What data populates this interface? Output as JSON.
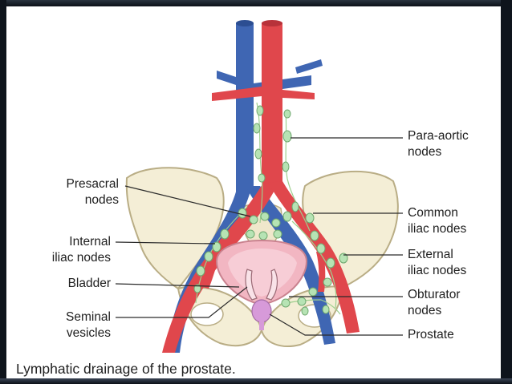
{
  "figure": {
    "caption": "Lymphatic drainage of the prostate.",
    "labels": {
      "para_aortic": "Para-aortic\nnodes",
      "presacral": "Presacral\nnodes",
      "common_iliac": "Common\niliac nodes",
      "internal_iliac": "Internal\niliac nodes",
      "external_iliac": "External\niliac nodes",
      "bladder": "Bladder",
      "obturator": "Obturator\nnodes",
      "seminal_vesicles": "Seminal\nvesicles",
      "prostate": "Prostate"
    }
  },
  "colors": {
    "artery": "#e0474c",
    "vein": "#3f66b3",
    "bone": "#f4eed6",
    "bone_outline": "#b9ad85",
    "lymph_node": "#b6e3b4",
    "bladder": "#f2b6c2",
    "prostate": "#d79ad9",
    "leader_line": "#2a2a2a"
  }
}
